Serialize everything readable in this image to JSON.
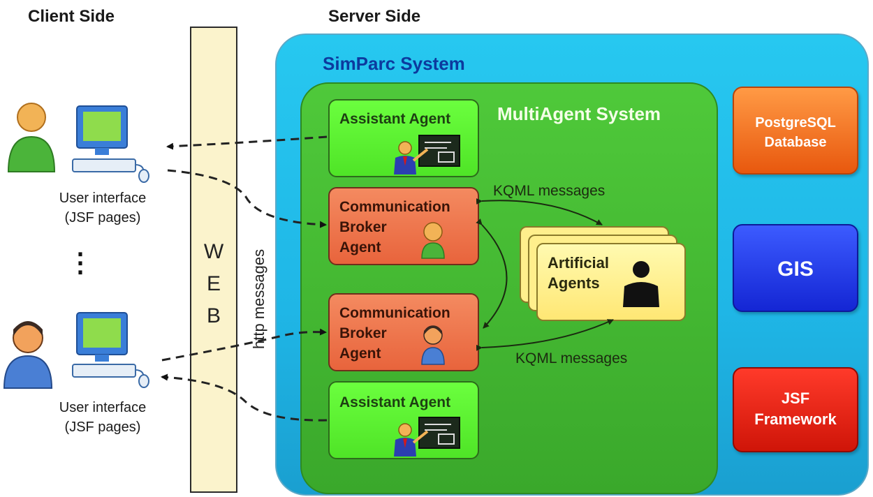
{
  "client": {
    "title": "Client Side",
    "ui_label_1": "User interface",
    "ui_label_2": "(JSF pages)",
    "ellipsis": "⋮"
  },
  "server": {
    "title": "Server Side"
  },
  "web": {
    "letters": [
      "W",
      "E",
      "B"
    ],
    "http_label": "http messages"
  },
  "simparc": {
    "title": "SimParc System"
  },
  "mas": {
    "title": "MultiAgent System",
    "assistant_agent": "Assistant Agent",
    "broker_lines": [
      "Communication",
      "Broker",
      "Agent"
    ],
    "artificial_lines": [
      "Artificial",
      "Agents"
    ],
    "kqml_label": "KQML messages"
  },
  "services": {
    "postgres_lines": [
      "PostgreSQL",
      "Database"
    ],
    "gis": "GIS",
    "jsf_lines": [
      "JSF",
      "Framework"
    ]
  },
  "colors": {
    "simparc_bg": "#27c8f0",
    "mas_bg": "#3aa82b",
    "assistant_bg": "#4fe427",
    "broker_bg": "#e8643c",
    "artificial_bg": "#ffe774",
    "postgres_bg": "#e8580e",
    "gis_bg": "#1426d4",
    "jsf_bg": "#cf1508",
    "web_bar": "#fbf3cc"
  }
}
